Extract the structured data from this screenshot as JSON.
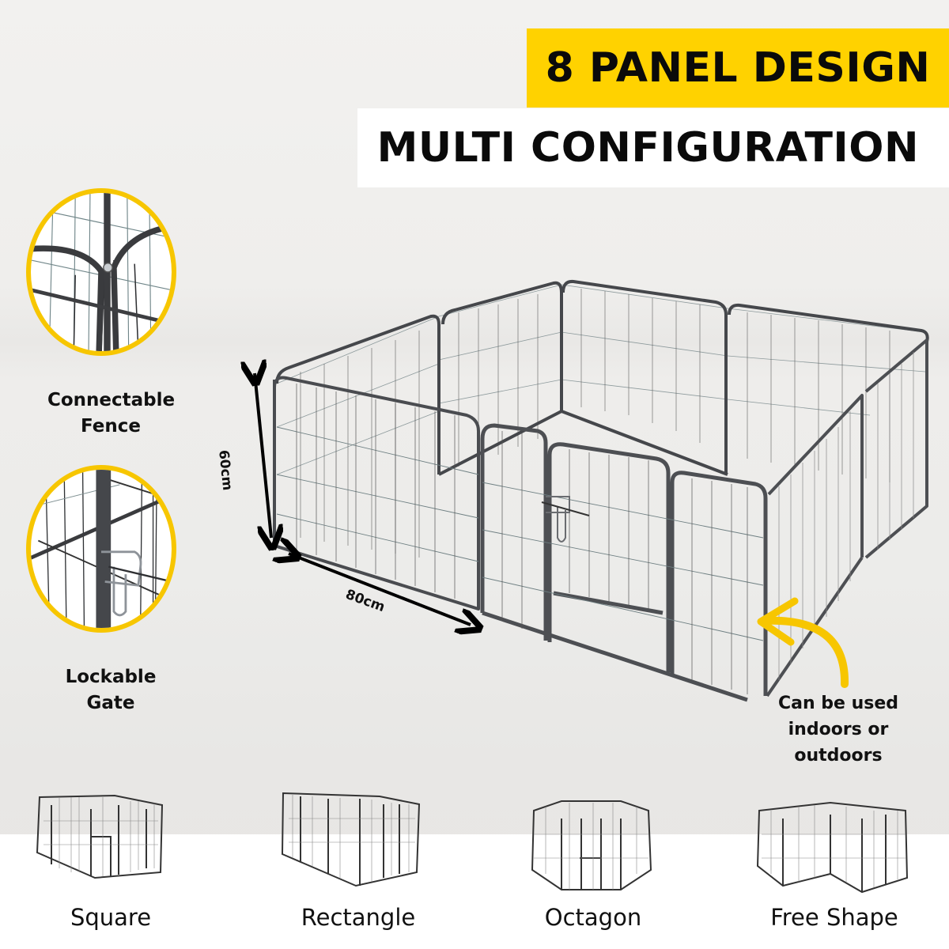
{
  "header": {
    "title_line1": "8 PANEL DESIGN",
    "title_line2": "MULTI CONFIGURATION"
  },
  "features": [
    {
      "label_line1": "Connectable",
      "label_line2": "Fence",
      "icon": "connector-closeup-icon"
    },
    {
      "label_line1": "Lockable",
      "label_line2": "Gate",
      "icon": "gate-latch-closeup-icon"
    }
  ],
  "dimensions": {
    "height": "60cm",
    "width": "80cm"
  },
  "callout": {
    "line1": "Can be used",
    "line2": "indoors or",
    "line3": "outdoors"
  },
  "configurations": [
    {
      "label": "Square"
    },
    {
      "label": "Rectangle"
    },
    {
      "label": "Octagon"
    },
    {
      "label": "Free Shape"
    }
  ],
  "colors": {
    "accent_yellow": "#ffd200",
    "circle_border": "#f7c600",
    "frame_grey": "#4a4c50",
    "text": "#0a0a0a"
  }
}
